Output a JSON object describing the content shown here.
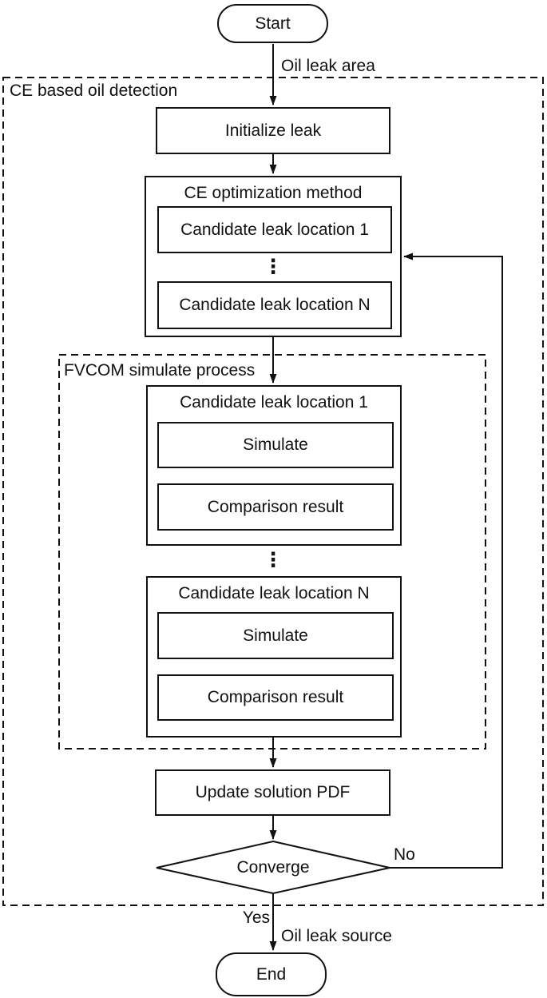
{
  "flowchart": {
    "colors": {
      "stroke": "#111111",
      "background": "#ffffff"
    },
    "start": {
      "label": "Start"
    },
    "end": {
      "label": "End"
    },
    "edge_labels": {
      "oil_leak_area": "Oil leak area",
      "no": "No",
      "yes": "Yes",
      "oil_leak_source": "Oil leak source"
    },
    "ce_detection": {
      "label": "CE based oil detection",
      "initialize_label": "Initialize leak",
      "ce_optimization": {
        "title": "CE optimization method",
        "candidate_first": "Candidate leak location 1",
        "ellipsis": "⋮",
        "candidate_last": "Candidate leak location N"
      },
      "fvcom": {
        "label": "FVCOM simulate process",
        "ellipsis": "⋮",
        "groups": [
          {
            "title": "Candidate leak location 1",
            "steps": [
              "Simulate",
              "Comparison result"
            ]
          },
          {
            "title": "Candidate leak location N",
            "steps": [
              "Simulate",
              "Comparison result"
            ]
          }
        ]
      },
      "update_label": "Update solution PDF",
      "converge_label": "Converge"
    }
  }
}
